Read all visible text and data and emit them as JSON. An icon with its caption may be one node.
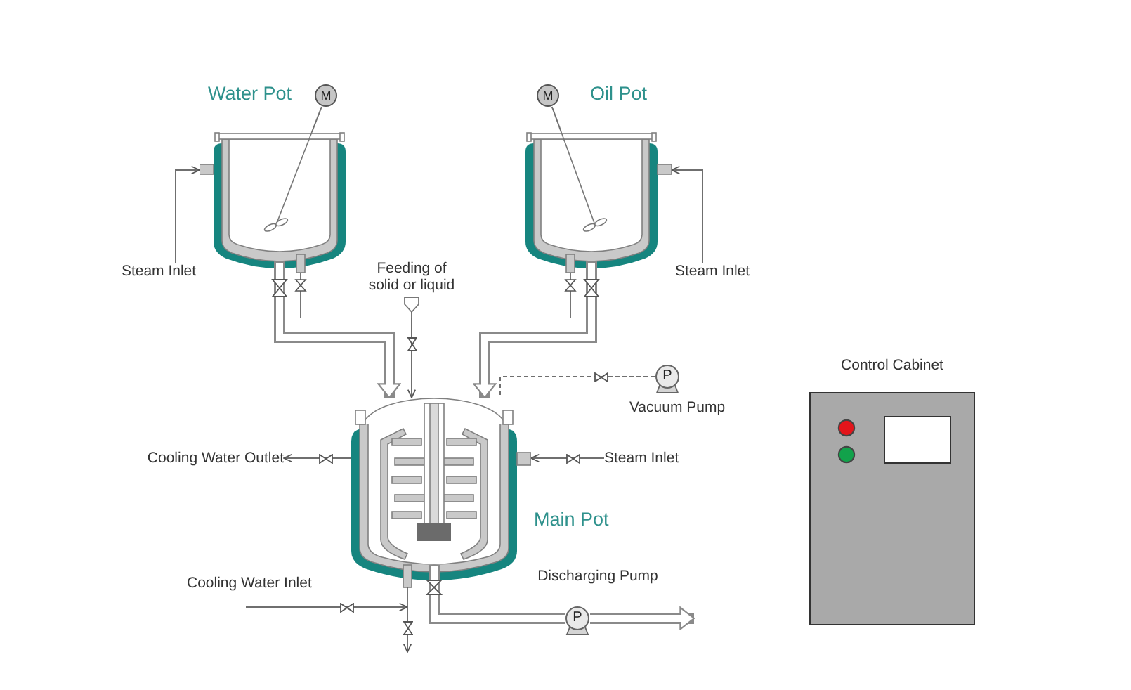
{
  "diagram": {
    "nodes": [
      {
        "text": [
          "Water Pot"
        ]
      },
      {
        "text": [
          "M"
        ]
      },
      {
        "text": [
          "Oil Pot"
        ]
      },
      {
        "text": [
          "M"
        ]
      },
      {
        "text": [
          "Steam Inlet"
        ]
      },
      {
        "text": [
          "Feeding of solid or liquid"
        ]
      },
      {
        "text": [
          "Steam Inlet"
        ]
      },
      {
        "text": [
          "Control Cabinet"
        ]
      },
      {
        "text": [
          "P"
        ],
        "beside": [
          "Vacuum Pump"
        ]
      },
      {
        "text": [],
        "shape": "picture",
        "beside": [
          "Main Pot"
        ]
      },
      {
        "text": [
          "Cooling Water Outlet"
        ]
      },
      {
        "text": [
          "Steam Inlet"
        ]
      },
      {
        "text": [
          "Cooling Water Inlet"
        ]
      },
      {
        "text": [
          "P"
        ],
        "beside": [
          "Discharging Pump"
        ]
      }
    ],
    "edges": [
      {
        "from": 1,
        "to": 0,
        "arrow": "none"
      },
      {
        "from": 3,
        "to": 2,
        "arrow": "none"
      },
      {
        "from": 4,
        "to": 0,
        "arrow": "to"
      },
      {
        "from": 6,
        "to": 2,
        "arrow": "to"
      },
      {
        "from": 0,
        "to": 9,
        "arrow": "to",
        "style": "thick"
      },
      {
        "from": 2,
        "to": 9,
        "arrow": "to",
        "style": "thick"
      },
      {
        "from": 5,
        "to": 9,
        "arrow": "to"
      },
      {
        "from": 8,
        "to": 9,
        "arrow": "none",
        "style": "dashed"
      },
      {
        "from": 9,
        "to": 10,
        "arrow": "to"
      },
      {
        "from": 11,
        "to": 9,
        "arrow": "to"
      },
      {
        "from": 12,
        "to": 9,
        "arrow": "to"
      },
      {
        "from": 9,
        "to": null,
        "arrow": "to"
      },
      {
        "from": 9,
        "to": 13,
        "arrow": "none",
        "style": "thick"
      },
      {
        "from": 13,
        "to": null,
        "arrow": "to",
        "style": "thick"
      }
    ]
  }
}
